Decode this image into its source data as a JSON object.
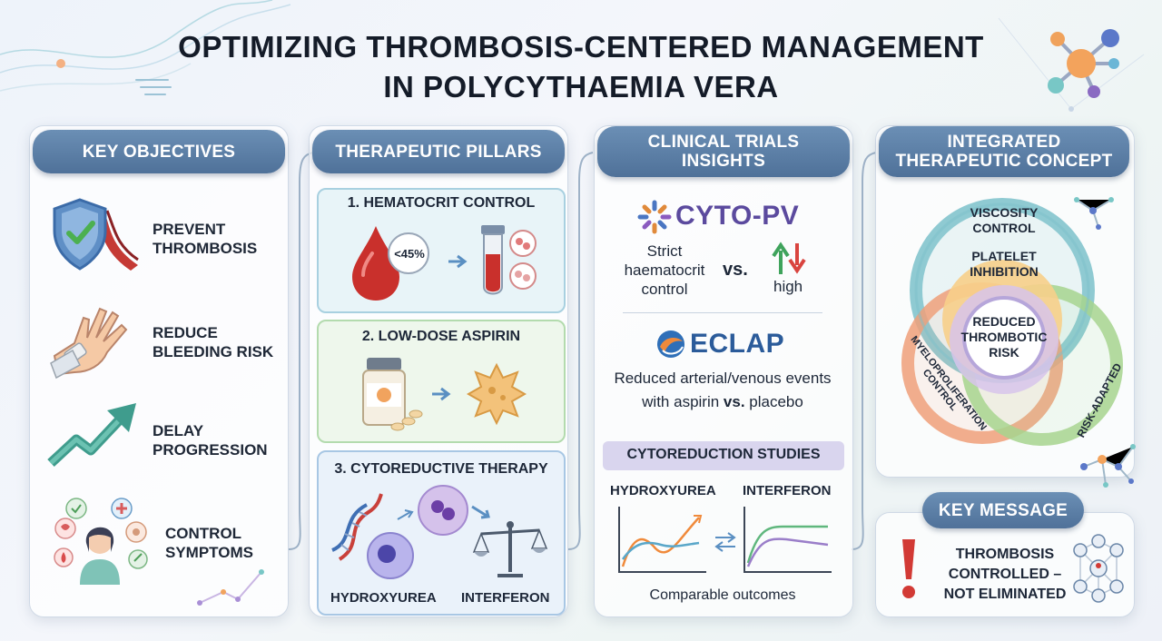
{
  "title": {
    "line1": "OPTIMIZING THROMBOSIS-CENTERED MANAGEMENT",
    "line2": "IN POLYCYTHAEMIA VERA"
  },
  "objectives": {
    "header": "KEY OBJECTIVES",
    "items": [
      {
        "line1": "PREVENT",
        "line2": "THROMBOSIS",
        "icon": "shield-check-icon"
      },
      {
        "line1": "REDUCE",
        "line2": "BLEEDING RISK",
        "icon": "bandaged-hand-icon"
      },
      {
        "line1": "DELAY",
        "line2": "PROGRESSION",
        "icon": "trend-up-arrow-icon"
      },
      {
        "line1": "CONTROL",
        "line2": "SYMPTOMS",
        "icon": "patient-symptoms-icon"
      }
    ]
  },
  "pillars": {
    "header": "THERAPEUTIC PILLARS",
    "p1": {
      "title": "1. HEMATOCRIT CONTROL",
      "badge": "<45%"
    },
    "p2": {
      "title": "2. LOW-DOSE ASPIRIN"
    },
    "p3": {
      "title": "3. CYTOREDUCTIVE THERAPY",
      "left_label": "HYDROXYUREA",
      "right_label": "INTERFERON"
    }
  },
  "trials": {
    "header1": "CLINICAL TRIALS",
    "header2": "INSIGHTS",
    "cyto": {
      "name": "CYTO-PV",
      "left1": "Strict",
      "left2": "haematocrit",
      "left3": "control",
      "vs": "vs.",
      "right": "high"
    },
    "eclap": {
      "name": "ECLAP",
      "line1": "Reduced arterial/venous events",
      "line2a": "with aspirin ",
      "line2b": "vs.",
      "line2c": " placebo"
    },
    "studies": {
      "title": "CYTOREDUCTION STUDIES",
      "left": "HYDROXYUREA",
      "right": "INTERFERON",
      "footer": "Comparable outcomes"
    }
  },
  "concept": {
    "header1": "INTEGRATED",
    "header2": "THERAPEUTIC CONCEPT",
    "viscosity1": "VISCOSITY",
    "viscosity2": "CONTROL",
    "platelet1": "PLATELET",
    "platelet2": "INHIBITION",
    "center1": "REDUCED",
    "center2": "THROMBOTIC",
    "center3": "RISK",
    "myelo": "MYELOPROLIFERATION CONTROL",
    "risk": "RISK-ADAPTED"
  },
  "message": {
    "header": "KEY MESSAGE",
    "line1": "THROMBOSIS",
    "line2": "CONTROLLED –",
    "line3": "NOT ELIMINATED"
  },
  "colors": {
    "header_blue": "#5a7ca3",
    "pillar1": "#8fc1d6",
    "pillar2": "#9fcf9b",
    "pillar3": "#86b3d8",
    "red": "#d33b3b",
    "studies_bar": "#d6d2ec"
  }
}
